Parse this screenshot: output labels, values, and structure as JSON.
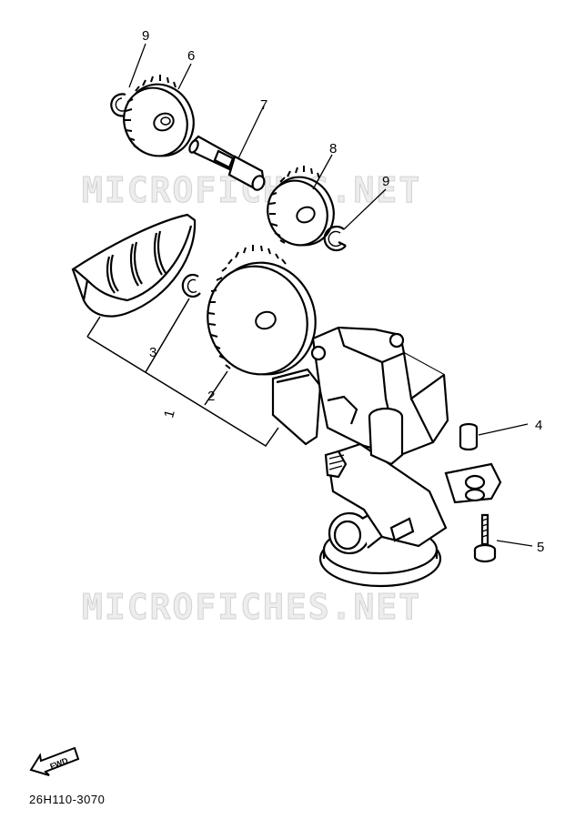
{
  "watermark": {
    "text_top": "MICROFICHES.NET",
    "text_bottom": "MICROFICHES.NET"
  },
  "callouts": [
    {
      "id": "c1",
      "label": "1"
    },
    {
      "id": "c2",
      "label": "2"
    },
    {
      "id": "c3",
      "label": "3"
    },
    {
      "id": "c4",
      "label": "4"
    },
    {
      "id": "c5",
      "label": "5"
    },
    {
      "id": "c6",
      "label": "6"
    },
    {
      "id": "c7",
      "label": "7"
    },
    {
      "id": "c8",
      "label": "8"
    },
    {
      "id": "c9a",
      "label": "9"
    },
    {
      "id": "c9b",
      "label": "9"
    }
  ],
  "fwd_arrow": {
    "label": "FWD"
  },
  "diagram_code": "26H110-3070",
  "colors": {
    "line": "#000000",
    "watermark_fill": "#ededed",
    "watermark_stroke": "#d2d2d2",
    "background": "#ffffff"
  }
}
